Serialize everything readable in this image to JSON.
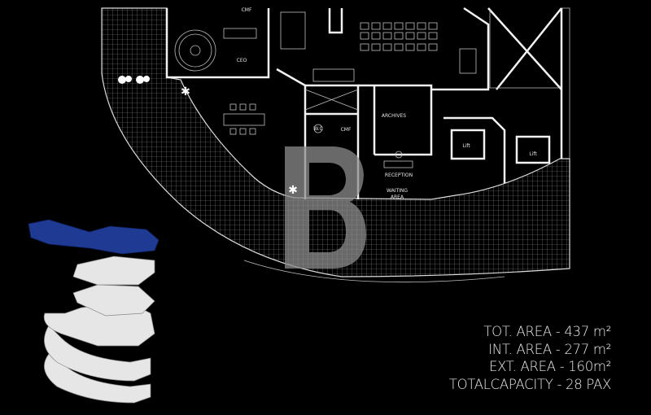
{
  "plan": {
    "rooms": {
      "cmf_top": "CMF",
      "ceo": "CEO",
      "archives": "ARCHIVES",
      "wc": "W.C",
      "cmf": "CMF",
      "reception": "RECEPTION",
      "waiting_1": "WAITING",
      "waiting_2": "AREA",
      "lift_1": "Lift",
      "lift_2": "Lift"
    },
    "watermark_logo": "B",
    "highlight_color": "#1f3a93"
  },
  "stats": {
    "total_area": "TOT. AREA - 437 m²",
    "internal_area": "INT. AREA - 277 m²",
    "external_area": "EXT. AREA - 160m²",
    "capacity": "TOTALCAPACITY - 28 PAX"
  }
}
